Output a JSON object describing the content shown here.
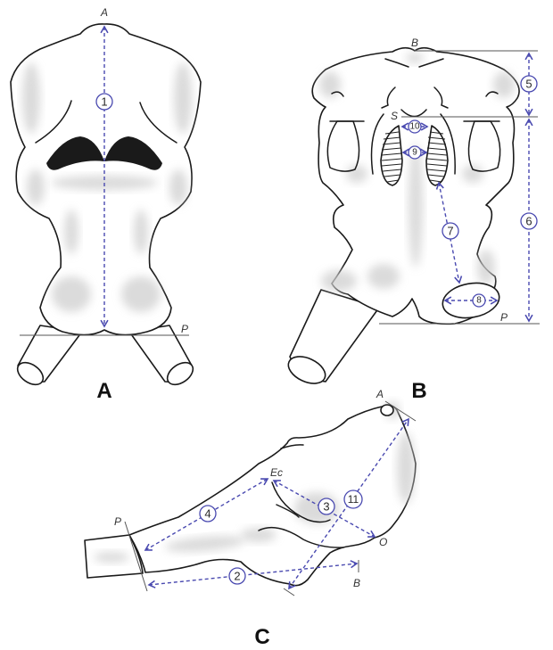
{
  "figure": {
    "panels": [
      {
        "id": "A",
        "label": "A",
        "view": "dorsal",
        "landmarks": [
          "A",
          "P"
        ],
        "measurements": [
          {
            "number": "1",
            "from": "A",
            "to": "P"
          }
        ]
      },
      {
        "id": "B",
        "label": "B",
        "view": "ventral",
        "landmarks": [
          "B",
          "S",
          "P"
        ],
        "measurements": [
          {
            "number": "5",
            "from": "B",
            "to": "S"
          },
          {
            "number": "6",
            "from": "S",
            "to": "P"
          },
          {
            "number": "7"
          },
          {
            "number": "8"
          },
          {
            "number": "9"
          },
          {
            "number": "10"
          }
        ]
      },
      {
        "id": "C",
        "label": "C",
        "view": "lateral",
        "landmarks": [
          "A",
          "Ec",
          "P",
          "O",
          "B"
        ],
        "measurements": [
          {
            "number": "2",
            "from": "P",
            "to": "B"
          },
          {
            "number": "3",
            "from": "Ec",
            "to": "O"
          },
          {
            "number": "4",
            "from": "P",
            "to": "Ec"
          },
          {
            "number": "11",
            "from": "A",
            "to": "B"
          }
        ]
      }
    ]
  },
  "labels": {
    "panelA": "A",
    "panelB": "B",
    "panelC": "C",
    "a_top": "A",
    "a_p": "P",
    "b_top": "B",
    "b_s": "S",
    "b_p": "P",
    "c_a": "A",
    "c_ec": "Ec",
    "c_p": "P",
    "c_o": "O",
    "c_b": "B",
    "m1": "1",
    "m2": "2",
    "m3": "3",
    "m4": "4",
    "m5": "5",
    "m6": "6",
    "m7": "7",
    "m8": "8",
    "m9": "9",
    "m10": "10",
    "m11": "11"
  },
  "colors": {
    "measurement": "#4a4ab0",
    "outline": "#1a1a1a",
    "shading": "#cfcfcf"
  }
}
